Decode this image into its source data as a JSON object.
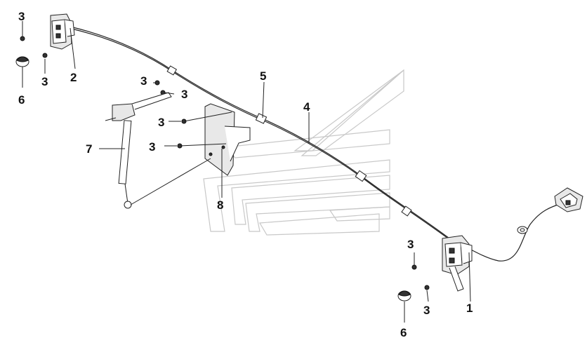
{
  "callouts": {
    "c1": "1",
    "c2": "2",
    "c3a": "3",
    "c3b": "3",
    "c3c": "3",
    "c3d": "3",
    "c3e": "3",
    "c3f": "3",
    "c3g": "3",
    "c3h": "3",
    "c4": "4",
    "c5": "5",
    "c6a": "6",
    "c6b": "6",
    "c7": "7",
    "c8": "8"
  },
  "colors": {
    "line": "#222222",
    "watermark": "#c8c8c8",
    "background": "#ffffff"
  }
}
